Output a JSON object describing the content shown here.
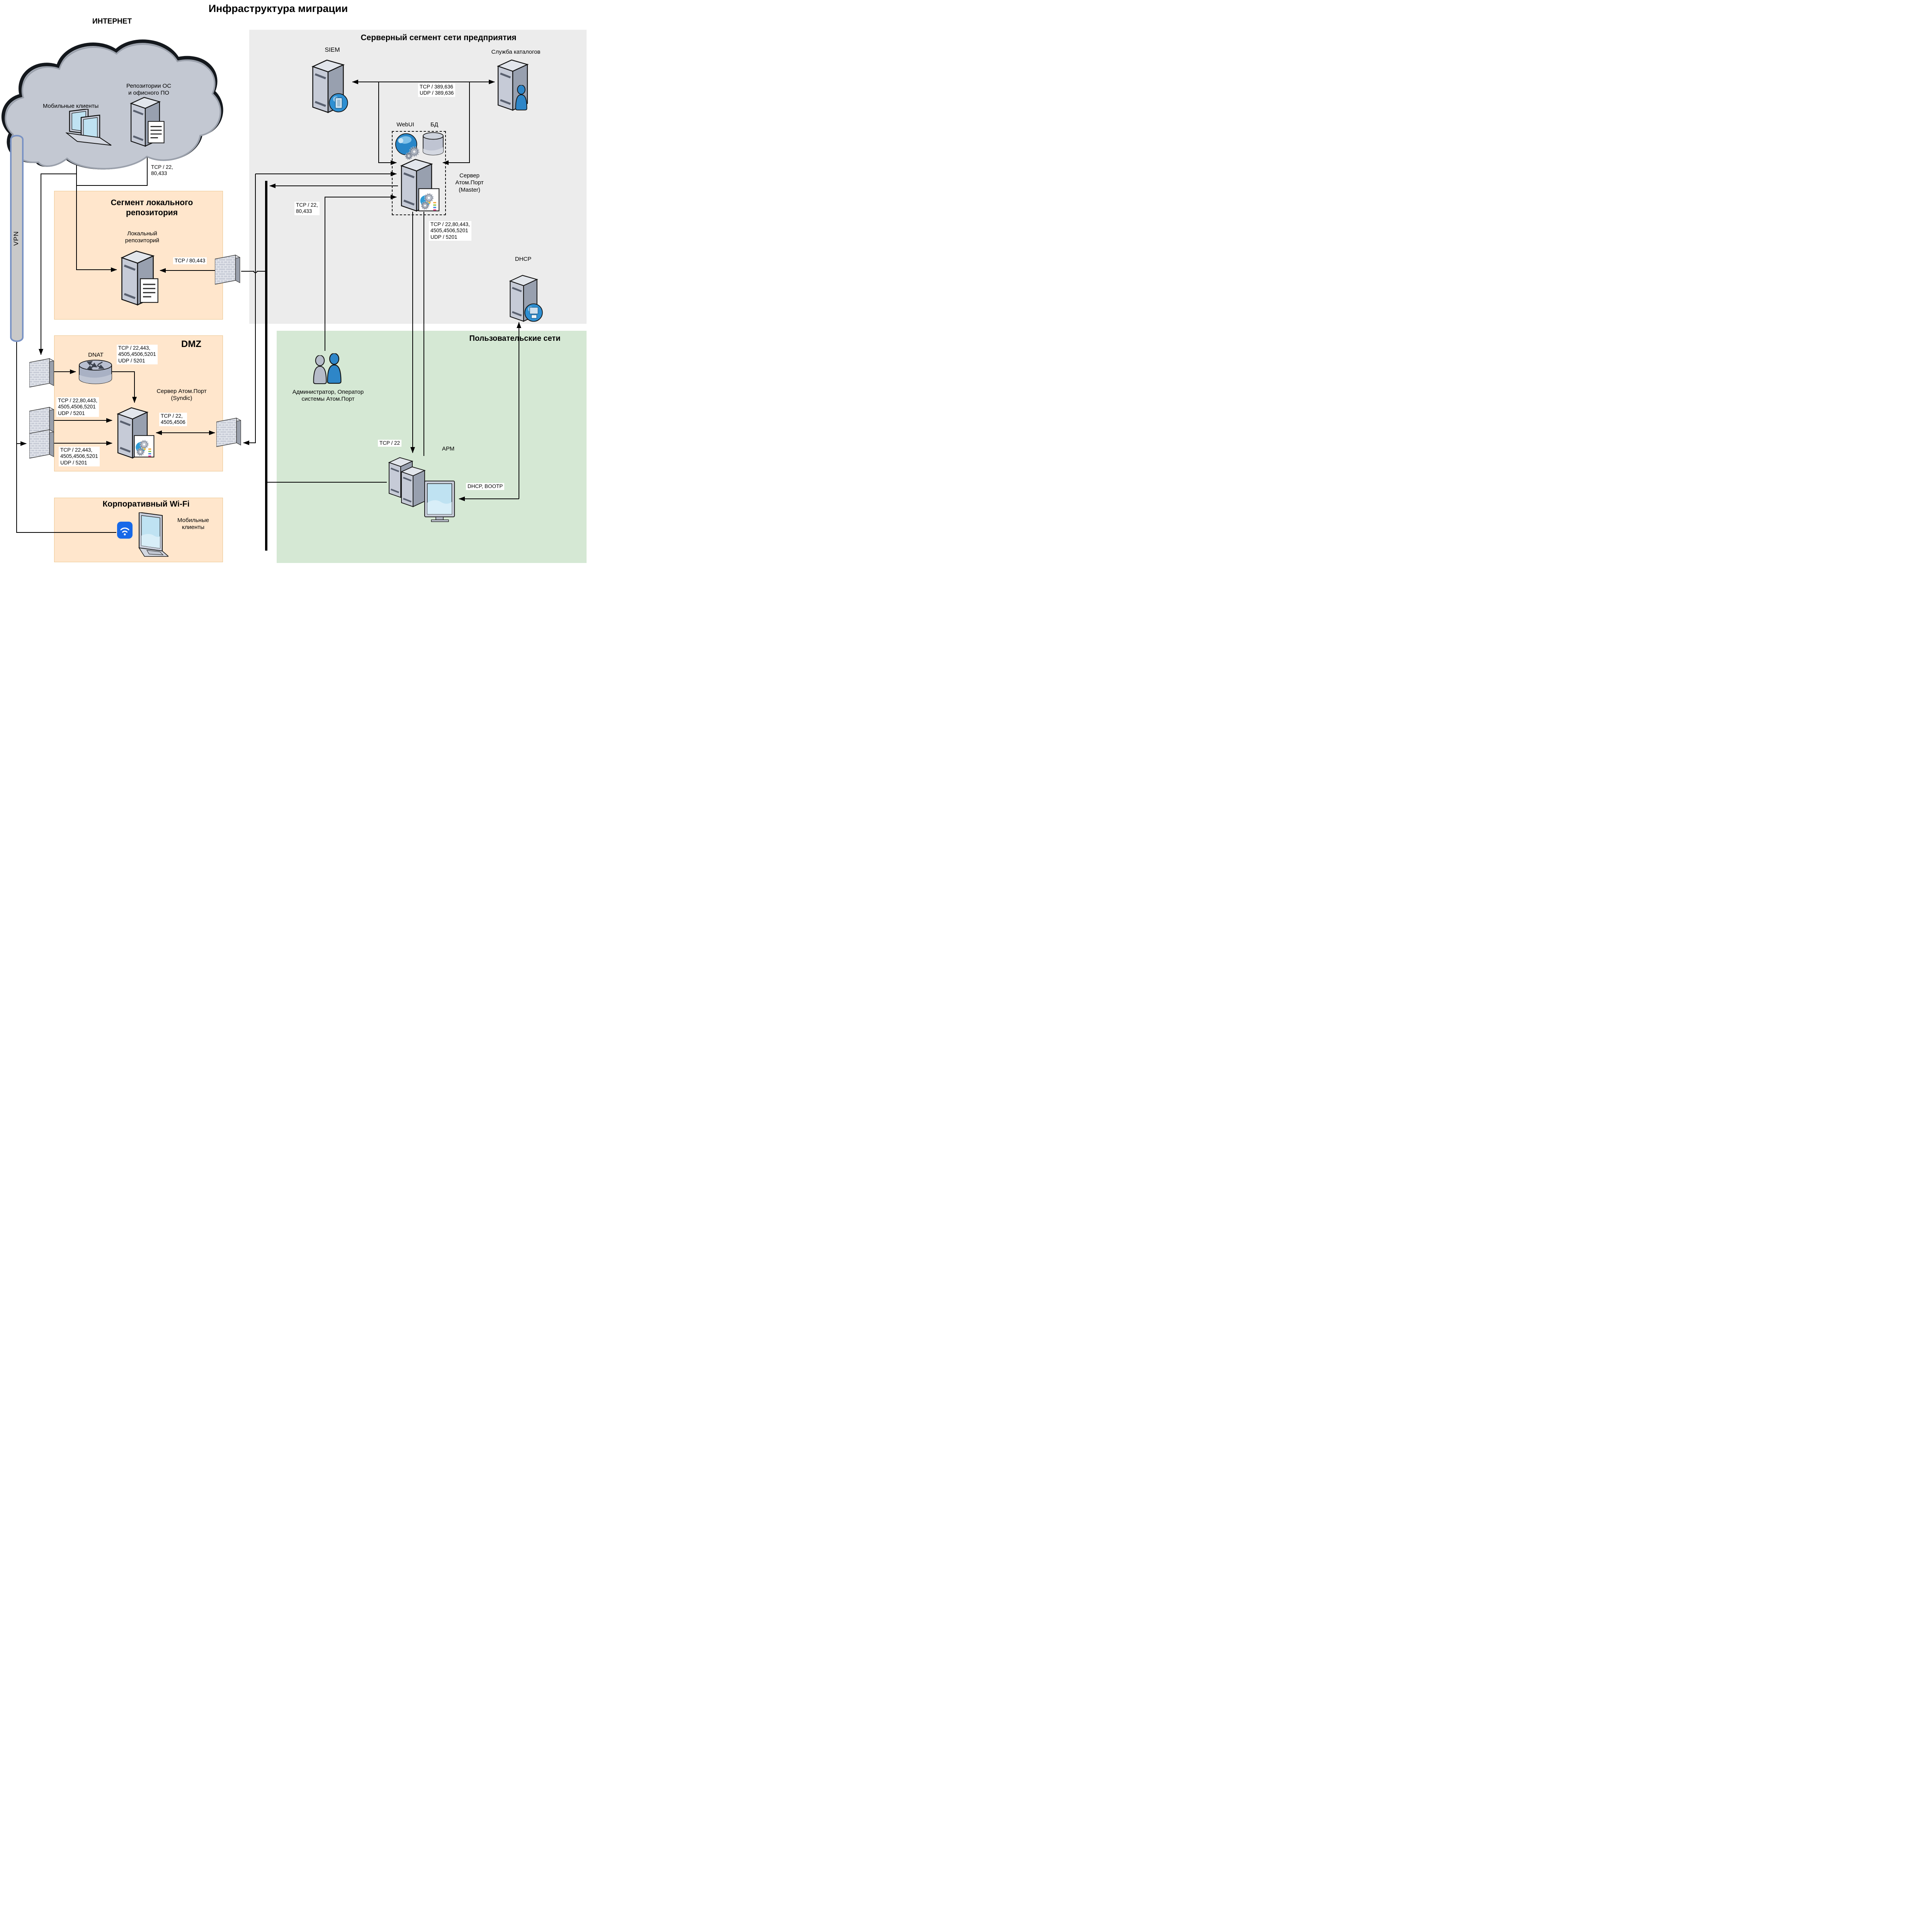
{
  "title": "Инфраструктура миграции",
  "internet": {
    "label": "ИНТЕРНЕТ",
    "mobile_clients": "Мобильные клиенты",
    "repos": "Репозитории ОС\nи офисного ПО"
  },
  "vpn": {
    "label": "VPN"
  },
  "server_segment": {
    "title": "Серверный сегмент сети предприятия",
    "siem": "SIEM",
    "directory": "Служба каталогов",
    "webui": "WebUI",
    "db": "БД",
    "master": "Сервер\nАтом.Порт\n(Master)",
    "dhcp": "DHCP"
  },
  "local_repo": {
    "title": "Сегмент локального\nрепозитория",
    "server": "Локальный\nрепозиторий"
  },
  "dmz": {
    "title": "DMZ",
    "dnat": "DNAT",
    "syndic": "Сервер Атом.Порт\n(Syndic)"
  },
  "user_networks": {
    "title": "Пользовательские сети",
    "admins": "Администратор, Оператор\nсистемы Атом.Порт",
    "arm": "АРМ"
  },
  "wifi": {
    "title": "Корпоративный Wi-Fi",
    "clients": "Мобильные\nклиенты"
  },
  "ports": {
    "internet_repo": "TCP / 22,\n80,433",
    "ldap": "TCP / 389,636\nUDP / 389,636",
    "admin_master": "TCP / 22,\n80,433",
    "master_south": "TCP / 22,80,443,\n4505,4506,5201\nUDP / 5201",
    "local_repo_fw": "TCP / 80,443",
    "dnat_syndic": "TCP / 22,443,\n4505,4506,5201\nUDP / 5201",
    "vpn_syndic": "TCP / 22,80,443,\n4505,4506,5201\nUDP / 5201",
    "wifi_syndic": "TCP / 22,443,\n4505,4506,5201\nUDP / 5201",
    "syndic_master": "TCP / 22,\n4505,4506",
    "master_arm": "TCP / 22",
    "dhcp_arm": "DHCP, BOOTP"
  },
  "colors": {
    "server_segment_bg": "#ececec",
    "user_networks_bg": "#d5e8d4",
    "dmz_bg": "#ffe6cc",
    "accent_blue": "#1769e8"
  }
}
